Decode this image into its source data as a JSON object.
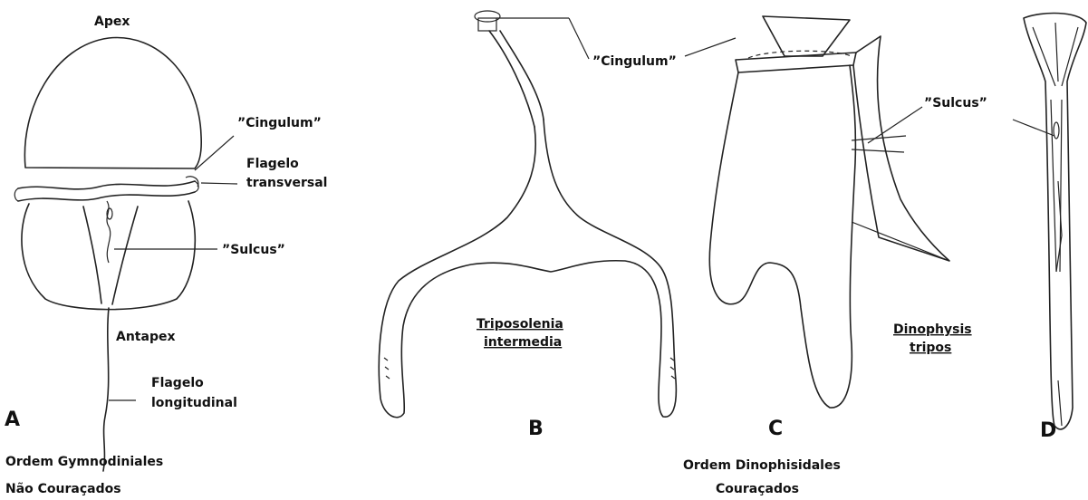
{
  "figure": {
    "panel_a": {
      "letter": "A",
      "apex": "Apex",
      "cingulum": "”Cingulum”",
      "flagelo_transversal_1": "Flagelo",
      "flagelo_transversal_2": "transversal",
      "sulcus": "”Sulcus”",
      "antapex": "Antapex",
      "flagelo_longitudinal_1": "Flagelo",
      "flagelo_longitudinal_2": "longitudinal"
    },
    "panel_b": {
      "letter": "B",
      "cingulum": "”Cingulum”",
      "species_1": "Triposolenia",
      "species_2": "intermedia"
    },
    "panel_c": {
      "letter": "C",
      "sulcus": "”Sulcus”",
      "species_1": "Dinophysis",
      "species_2": "tripos"
    },
    "panel_d": {
      "letter": "D"
    },
    "captions": {
      "gymno_1": "Ordem Gymnodiniales",
      "gymno_2": "Não Couraçados",
      "dino_1": "Ordem Dinophisidales",
      "dino_2": "Couraçados"
    }
  }
}
